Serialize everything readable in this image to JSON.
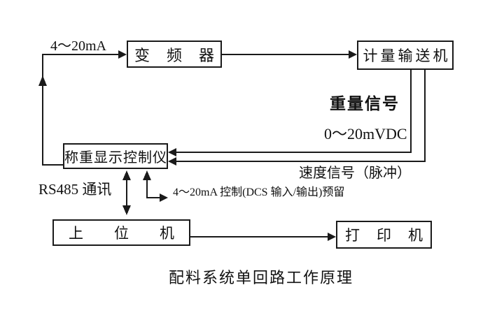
{
  "diagram": {
    "caption": "配料系统单回路工作原理",
    "colors": {
      "background": "#ffffff",
      "line": "#1a1a1a",
      "text": "#111111"
    },
    "nodes": {
      "inverter": {
        "label": "变频器"
      },
      "conveyor": {
        "label": "计量输送机"
      },
      "controller": {
        "label": "称重显示控制仪"
      },
      "host": {
        "label": "上位机"
      },
      "printer": {
        "label": "打印机"
      }
    },
    "edge_labels": {
      "setpoint": "4～20mA",
      "weight_signal": "重量信号",
      "weight_signal_range": "0～20mVDC",
      "speed_signal": "速度信号（脉冲）",
      "rs485": "RS485 通讯",
      "dcs_reserved": "4～20mA 控制(DCS 输入/输出)预留"
    }
  }
}
